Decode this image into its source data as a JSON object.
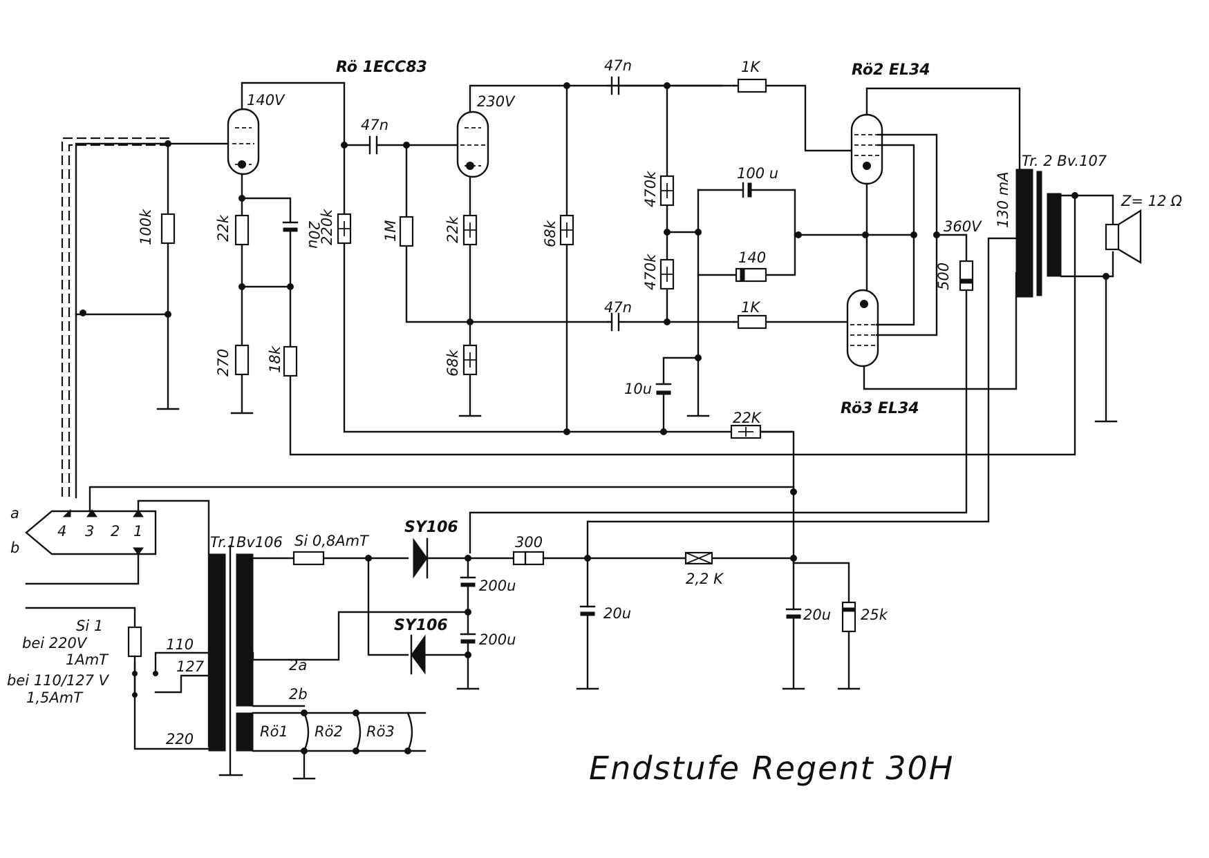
{
  "title": "Endstufe Regent 30H",
  "tubes": {
    "r1": "Rö 1ECC83",
    "r2": "Rö2 EL34",
    "r3": "Rö3 EL34"
  },
  "transformers": {
    "tr1": "Tr.1Bv106",
    "tr2": "Tr. 2 Bv.107"
  },
  "voltages": {
    "v140": "140V",
    "v230": "230V",
    "v360": "360V",
    "i130": "130 mA",
    "z": "Z= 12 Ω"
  },
  "components": {
    "r100k": "100k",
    "r22k_a": "22k",
    "c20u_a": "20u",
    "r270": "270",
    "r18k": "18k",
    "r220k": "220k",
    "c47n_a": "47n",
    "r1m": "1M",
    "r22k_b": "22k",
    "r68k_a": "68k",
    "r68k_b": "68k",
    "c47n_b": "47n",
    "c47n_c": "47n",
    "r470k_a": "470k",
    "r470k_b": "470k",
    "c100u": "100 u",
    "r140": "140",
    "c10u": "10u",
    "r1k_a": "1K",
    "r1k_b": "1K",
    "r22k_c": "22K",
    "r500": "500",
    "d1": "SY106",
    "d2": "SY106",
    "fuse_si": "Si 0,8AmT",
    "c200u_a": "200u",
    "c200u_b": "200u",
    "r300": "300",
    "c20u_b": "20u",
    "r2_2k": "2,2 K",
    "c20u_c": "20u",
    "r25k": "25k"
  },
  "fuse": {
    "name": "Si 1",
    "line1": "bei 220V",
    "line2": "1AmT",
    "line3": "bei 110/127 V",
    "line4": "1,5AmT"
  },
  "taps": {
    "t110": "110",
    "t127": "127",
    "t220": "220",
    "t2a": "2a",
    "t2b": "2b"
  },
  "heaters": {
    "h1": "Rö1",
    "h2": "Rö2",
    "h3": "Rö3"
  },
  "connector": {
    "a": "a",
    "b": "b",
    "p1": "1",
    "p2": "2",
    "p3": "3",
    "p4": "4"
  }
}
